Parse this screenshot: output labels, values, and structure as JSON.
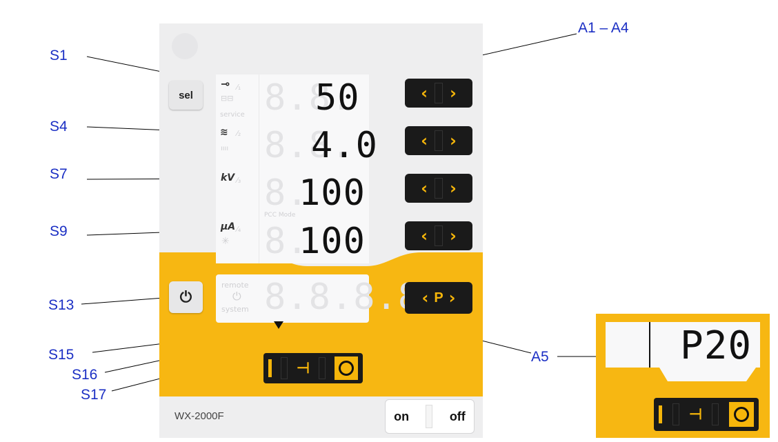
{
  "callouts": {
    "s1": "S1",
    "s4": "S4",
    "s7": "S7",
    "s9": "S9",
    "s13": "S13",
    "s15": "S15",
    "s16": "S16",
    "s17": "S17",
    "a1_a4": "A1 – A4",
    "a5": "A5"
  },
  "device": {
    "sel_label": "sel",
    "model": "WX-2000F",
    "on_label": "on",
    "off_label": "off",
    "units": {
      "kv": "kV",
      "ua": "µA"
    },
    "faint_labels": {
      "service": "service",
      "pcc_mode": "PCC Mode",
      "remote": "remote",
      "system": "system"
    },
    "displays": [
      {
        "value": "50",
        "ghost": "8.8."
      },
      {
        "value": "4.0",
        "ghost": "8.8."
      },
      {
        "value": "100",
        "ghost": "8."
      },
      {
        "value": "100",
        "ghost": "8."
      }
    ],
    "display5_ghost": "8.8.8.8.",
    "p_button": "P"
  },
  "inset": {
    "value": "P20"
  },
  "colors": {
    "yellow": "#f7b712",
    "panel": "#eeeeef",
    "callout_blue": "#1b2fc4",
    "chevron": "#f5b50a"
  }
}
